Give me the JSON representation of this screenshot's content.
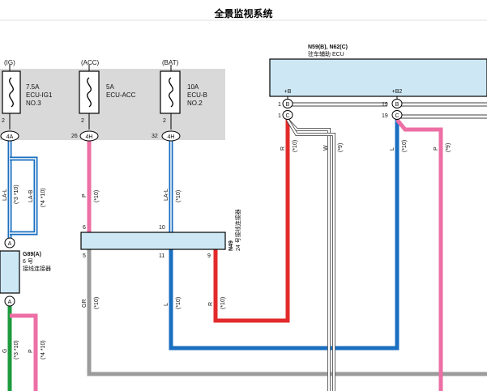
{
  "title": "全景监视系统",
  "fuses": [
    {
      "state": "(IG)",
      "amp": "7.5A",
      "name": "ECU-IG1",
      "no": "NO.3",
      "pin": "2",
      "conn": "4A",
      "conn_pin": ""
    },
    {
      "state": "(ACC)",
      "amp": "5A",
      "name": "ECU-ACC",
      "no": "",
      "pin": "2",
      "conn": "4H",
      "conn_pin": "26"
    },
    {
      "state": "(BAT)",
      "amp": "10A",
      "name": "ECU-B",
      "no": "NO.2",
      "pin": "2",
      "conn": "4H",
      "conn_pin": "32"
    }
  ],
  "ecu": {
    "id": "N59(B), N62(C)",
    "name": "驻车辅助 ECU",
    "term_b": "+B",
    "term_b2": "+B2",
    "pins_left": [
      {
        "num": "1",
        "letter": "B"
      },
      {
        "num": "1",
        "letter": "C"
      }
    ],
    "pins_right": [
      {
        "num": "19",
        "letter": "B"
      },
      {
        "num": "19",
        "letter": "C"
      }
    ]
  },
  "connector_n49": {
    "id": "N49",
    "desc": "24 号接线连接器",
    "pin_6": "6",
    "pin_10": "10",
    "pin_5": "5",
    "pin_11": "11",
    "pin_9": "9"
  },
  "connector_g89": {
    "id": "G89(A)",
    "name": "6 号",
    "desc": "接线连接器",
    "letter": "A"
  },
  "wire_labels": {
    "la_l_1": "LA-L",
    "la_b": "LA-B",
    "note_3_10_a": "(*3 *10)",
    "note_4_10_a": "(*4 *10)",
    "p_1": "P",
    "la_l_2": "LA-L",
    "note_10": "(*10)",
    "r": "R",
    "w": "W",
    "note_9": "(*9)",
    "l": "L",
    "p_2": "P",
    "gr": "GR",
    "g": "G",
    "p_3": "P"
  },
  "colors": {
    "red": "#e22a2a",
    "pink": "#ec6fa5",
    "blue": "#1a6fc0",
    "gray": "#9b9b9b",
    "green": "#1c9b3c",
    "fuse_bg": "#d9d9d9",
    "conn_fill": "#cde8f4"
  }
}
